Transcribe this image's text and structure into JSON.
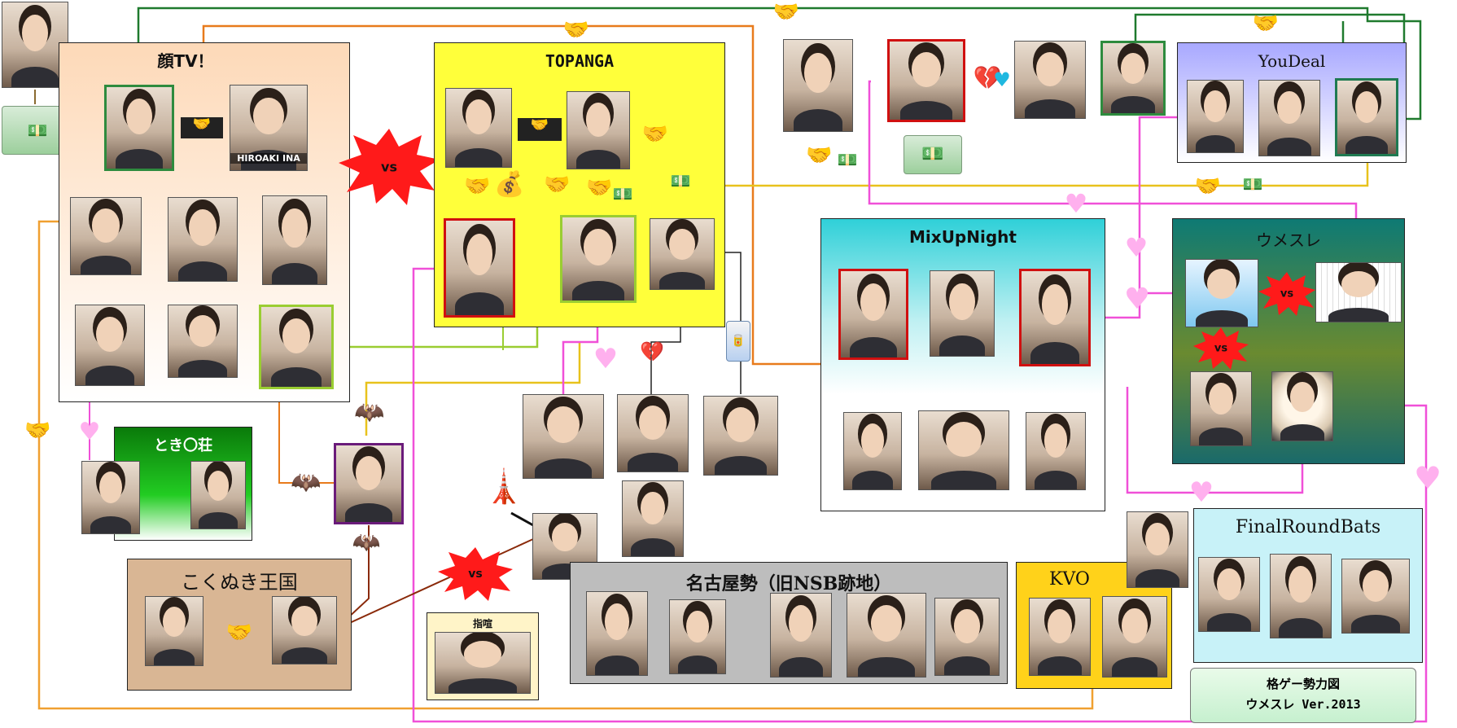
{
  "groups": {
    "kao_tv": "顔TV！",
    "topanga": "TOPANGA",
    "youdeal": "YouDeal",
    "mixupnight": "MixUpNight",
    "umesure": "ウメスレ",
    "toki_so": "とき〇荘",
    "kokunuki": "こくぬき王国",
    "nagoya": "名古屋勢（旧NSB跡地）",
    "kvo": "KVO",
    "finalroundbats": "FinalRoundBats",
    "shisa": "指喧"
  },
  "badges": {
    "vs": "vs",
    "photo_caption": "HIROAKI INA"
  },
  "title_card": {
    "line1": "格ゲー勢力図",
    "line2": "ウメスレ Ver.2013"
  },
  "colors": {
    "orange_line": "#e87b1c",
    "green_line": "#1f7a2e",
    "yellow_line": "#e8c21c",
    "pink_line": "#f050d8",
    "lime_line": "#9acd32",
    "dark_line": "#222222",
    "brown_line": "#8a2a0a",
    "vs_red": "#ff1a1a"
  },
  "icons": [
    "handshake-icon",
    "money-icon",
    "heart-icon",
    "broken-heart-icon",
    "bat-icon",
    "tower-icon",
    "beer-can-icon"
  ]
}
